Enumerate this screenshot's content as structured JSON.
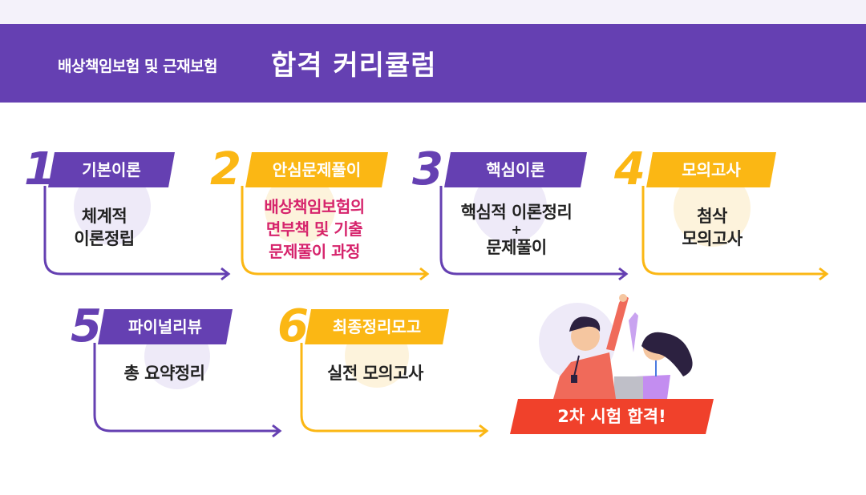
{
  "banner": {
    "subtitle": "배상책임보험 및 근재보험",
    "title": "합격 커리큘럼"
  },
  "colors": {
    "purple": "#6540b2",
    "yellow": "#fbb714",
    "pink": "#d6246c",
    "orange_red": "#f0412b"
  },
  "steps": [
    {
      "num": "1",
      "tag": "기본이론",
      "body": [
        "체계적",
        "이론정립"
      ],
      "theme": "purple"
    },
    {
      "num": "2",
      "tag": "안심문제풀이",
      "body": [
        "배상책임보험의",
        "면부책 및 기출",
        "문제풀이 과정"
      ],
      "theme": "yellow"
    },
    {
      "num": "3",
      "tag": "핵심이론",
      "body": [
        "핵심적 이론정리",
        "+",
        "문제풀이"
      ],
      "theme": "purple"
    },
    {
      "num": "4",
      "tag": "모의고사",
      "body": [
        "첨삭",
        "모의고사"
      ],
      "theme": "yellow"
    },
    {
      "num": "5",
      "tag": "파이널리뷰",
      "body": [
        "총 요약정리"
      ],
      "theme": "purple"
    },
    {
      "num": "6",
      "tag": "최종정리모고",
      "body": [
        "실전 모의고사"
      ],
      "theme": "yellow"
    }
  ],
  "result": {
    "label": "2차 시험 합격!"
  }
}
